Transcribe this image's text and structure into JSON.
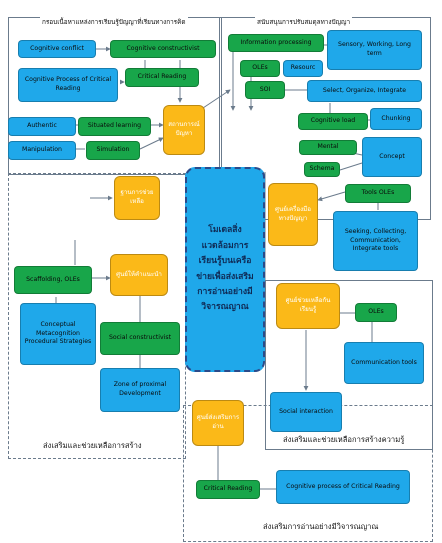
{
  "frames": {
    "top_left_title": "กรอบเนื้อหาแหล่งการเรียนรู้ปัญญาที่เรียนทางการคิด",
    "top_right_title": "สนับสนุนการปรับสมดุลทางปัญญา",
    "bottom_left_caption": "ส่งเสริมและช่วยเหลือการสร้าง",
    "right_mid_caption": "ส่งเสริมและช่วยเหลือการสร้างความรู้",
    "bottom_caption": "ส่งเสริมการอ่านอย่างมีวิจารณญาณ"
  },
  "center": {
    "text": "โมเดลสิ่งแวดล้อมการเรียนรู้บนเครือข่ายเพื่อส่งเสริมการอ่านอย่างมีวิจารณญาณ"
  },
  "yellow": {
    "situation": "สถานการณ์ปัญหา",
    "resource_base": "ฐานการช่วยเหลือ",
    "cognitive_tools": "ศูนย์เครื่องมือทางปัญญา",
    "scaffold_center": "ศูนย์ให้คำแนะนำ",
    "learning_center": "ศูนย์ช่วยเหลือกันเรียนรู้",
    "reading_center": "ศูนย์ส่งเสริมการอ่าน"
  },
  "tl": {
    "cognitive_conflict": "Cognitive conflict",
    "cognitive_constructivist": "Cognitive constructivist",
    "cognitive_process": "Cognitive Process of Critical Reading",
    "critical_reading": "Critical Reading",
    "authentic": "Authentic",
    "situated_learning": "Situated learning",
    "manipulation": "Manipulation",
    "simulation": "Simulation"
  },
  "tr": {
    "information_processing": "Information processing",
    "sensory": "Sensory, Working, Long term",
    "oles": "OLEs",
    "resource": "Resourc",
    "soi": "SOI",
    "select_organize": "Select, Organize, Integrate",
    "cognitive_load": "Cognitive load",
    "chunking": "Chunking",
    "mental": "Mental",
    "schema": "Schema",
    "concept": "Concept",
    "tools_oles": "Tools OLEs",
    "seeking": "Seeking, Collecting, Communication, Integrate tools"
  },
  "bl": {
    "scaffolding": "Scaffolding, OLEs",
    "conceptual": "Conceptual Metacognition Procedural Strategies",
    "social_constructivist": "Social constructivist",
    "zone": "Zone of proximal Development"
  },
  "rm": {
    "oles": "OLEs",
    "communication_tools": "Communication tools",
    "social_interaction": "Social interaction"
  },
  "bottom": {
    "critical_reading": "Critical Reading",
    "cognitive_process": "Cognitive process of Critical Reading"
  },
  "colors": {
    "blue": "#1fa8ea",
    "green": "#18a64a",
    "yellow": "#fbb918",
    "line": "#6b7b8c"
  }
}
